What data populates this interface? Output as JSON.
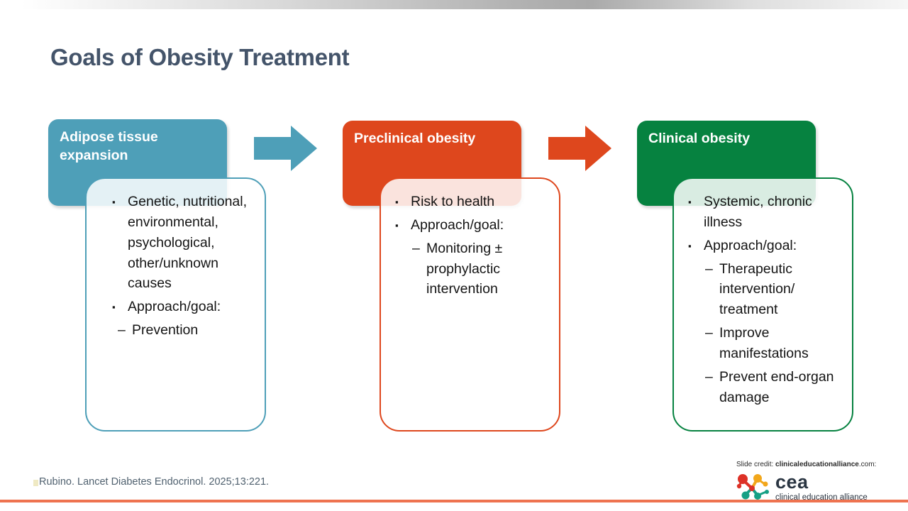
{
  "slide": {
    "title": "Goals of Obesity Treatment",
    "citation": "Rubino. Lancet Diabetes Endocrinol. 2025;13:221.",
    "credit": {
      "prefix": "Slide credit: ",
      "source_bold": "clinicaleducationalliance",
      "suffix": ".com:"
    },
    "logo": {
      "name": "cea",
      "tagline": "clinical education alliance"
    }
  },
  "markers": {
    "level1": "▪",
    "level2": "–"
  },
  "colors": {
    "title": "#44546A",
    "teal_accent": "#4E9FB8",
    "orange_accent": "#DE471D",
    "green_accent": "#068240",
    "bottom_line": "#EE7350",
    "logo_red": "#DD3127",
    "logo_yellow": "#F2A71B",
    "logo_teal": "#16A085"
  },
  "columns": [
    {
      "header": "Adipose tissue expansion",
      "accent": "#4E9FB8",
      "bullets": [
        {
          "level": 1,
          "text": "Genetic, nutritional, environmental, psychological, other/unknown causes"
        },
        {
          "level": 1,
          "text": "Approach/goal:"
        },
        {
          "level": 2,
          "text": "Prevention"
        }
      ]
    },
    {
      "header": "Preclinical obesity",
      "accent": "#DE471D",
      "bullets": [
        {
          "level": 1,
          "text": "Risk to health"
        },
        {
          "level": 1,
          "text": "Approach/goal:"
        },
        {
          "level": 2,
          "text": "Monitoring ± prophylactic intervention"
        }
      ]
    },
    {
      "header": "Clinical obesity",
      "accent": "#068240",
      "bullets": [
        {
          "level": 1,
          "text": "Systemic, chronic illness"
        },
        {
          "level": 1,
          "text": "Approach/goal:"
        },
        {
          "level": 2,
          "text": "Therapeutic intervention/​treatment"
        },
        {
          "level": 2,
          "text": "Improve manifestations"
        },
        {
          "level": 2,
          "text": "Prevent end-organ damage"
        }
      ]
    }
  ]
}
